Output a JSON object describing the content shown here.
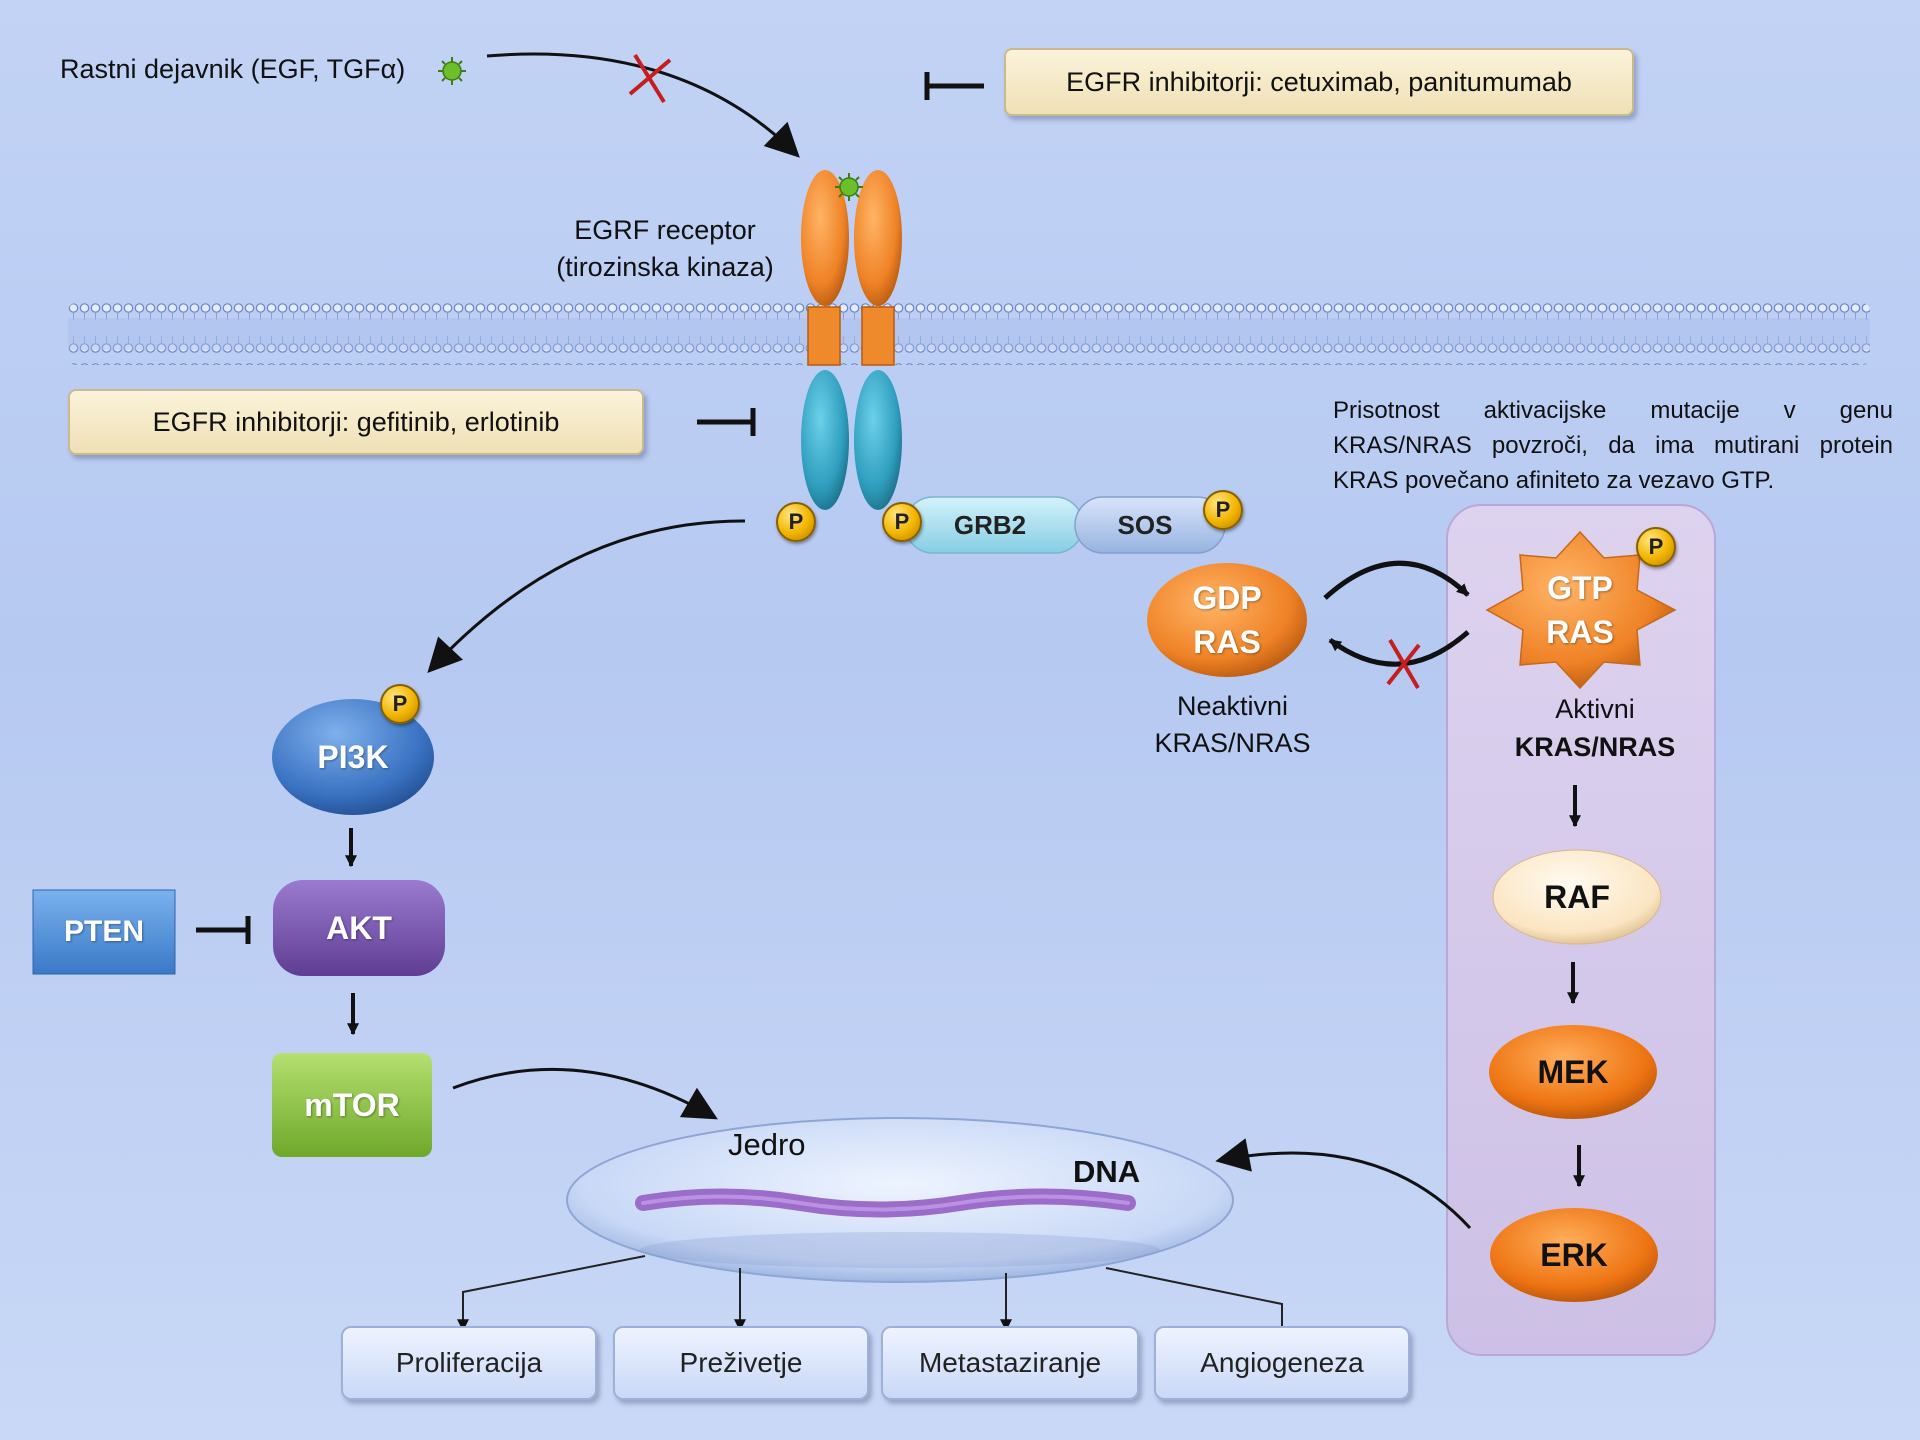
{
  "growth_factor": {
    "label": "Rastni dejavnik (EGF, TGFα)"
  },
  "receptor": {
    "line1": "EGRF receptor",
    "line2": "(tirozinska kinaza)"
  },
  "inhibitor_top": "EGFR inhibitorji: cetuximab, panitumumab",
  "inhibitor_mid": "EGFR inhibitorji: gefitinib, erlotinib",
  "mutation_note": {
    "line1": "Prisotnost aktivacijske mutacije v genu",
    "line2": "KRAS/NRAS povzroči, da ima mutirani protein",
    "line3": "KRAS povečano afiniteto za vezavo GTP."
  },
  "phospho_label": "P",
  "adaptors": {
    "grb2": "GRB2",
    "sos": "SOS"
  },
  "ras_inactive": {
    "line1": "GDP",
    "line2": "RAS",
    "cap1": "Neaktivni",
    "cap2": "KRAS/NRAS"
  },
  "ras_active": {
    "line1": "GTP",
    "line2": "RAS",
    "cap1": "Aktivni",
    "cap2": "KRAS/NRAS"
  },
  "mapk": {
    "raf": "RAF",
    "mek": "MEK",
    "erk": "ERK"
  },
  "pi3k_path": {
    "pi3k": "PI3K",
    "akt": "AKT",
    "mtor": "mTOR",
    "pten": "PTEN"
  },
  "nucleus": {
    "label": "Jedro",
    "dna": "DNA"
  },
  "outcomes": [
    "Proliferacija",
    "Preživetje",
    "Metastaziranje",
    "Angiogeneza"
  ],
  "colors": {
    "receptor_extracellular": "#f08c2a",
    "receptor_intracellular": "#35a6c4",
    "pi3k": "#3d76c6",
    "akt": "#7e57b4",
    "mtor": "#8dc63f",
    "pten": "#4a8cd6",
    "ras": "#f08c2a",
    "mek_erk": "#ef7512",
    "inhibition_mark": "#c41e1e"
  }
}
